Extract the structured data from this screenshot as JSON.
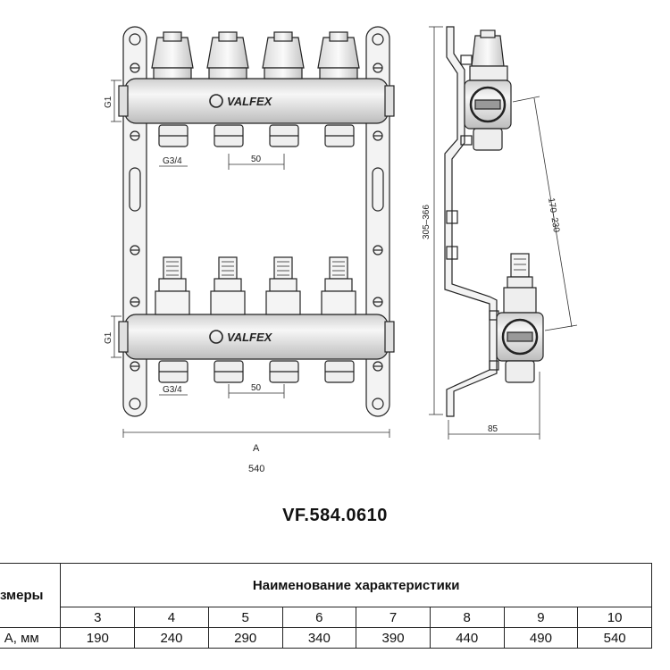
{
  "drawing": {
    "brand": "VALFEX",
    "dims": {
      "thread_inlet": "G1",
      "thread_outlet": "G3/4",
      "pitch": "50",
      "width_symbol": "A",
      "width_value": "540",
      "height_range": "305–366",
      "offset_range": "170–230",
      "depth": "85"
    }
  },
  "model": "VF.584.0610",
  "table": {
    "row_header": "змеры",
    "caption": "Наименование характеристики",
    "outputs": [
      "3",
      "4",
      "5",
      "6",
      "7",
      "8",
      "9",
      "10"
    ],
    "row_label": "A, мм",
    "values": [
      "190",
      "240",
      "290",
      "340",
      "390",
      "440",
      "490",
      "540"
    ]
  },
  "colors": {
    "line": "#222222",
    "metal": "#e6e6e6",
    "shade": "#bdbdbd"
  }
}
